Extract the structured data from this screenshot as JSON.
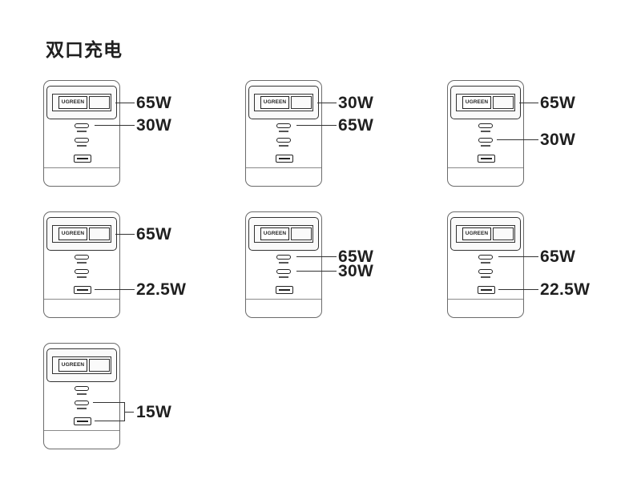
{
  "title": "双口充电",
  "brand": "UGREEN",
  "panels": [
    {
      "label_top": "65W",
      "label_mid": "30W"
    },
    {
      "label_top": "30W",
      "label_mid": "65W"
    },
    {
      "label_top": "65W",
      "label_mid": "30W"
    },
    {
      "label_top": "65W",
      "label_bottom": "22.5W"
    },
    {
      "label_mid1": "65W",
      "label_mid2": "30W"
    },
    {
      "label_mid": "65W",
      "label_bottom": "22.5W"
    },
    {
      "label_combined": "15W"
    }
  ]
}
